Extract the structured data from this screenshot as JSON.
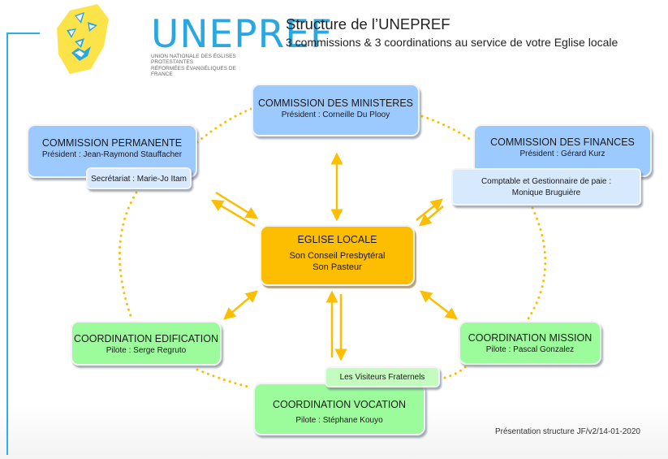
{
  "logo": {
    "name": "UNEPREF",
    "subtitle_line1": "UNION NATIONALE DES ÉGLISES PROTESTANTES",
    "subtitle_line2": "RÉFORMÉES ÉVANGÉLIQUES DE FRANCE"
  },
  "header": {
    "title": "Structure de l’UNEPREF",
    "subtitle": "3 commissions & 3 coordinations au service de votre Eglise locale"
  },
  "center": {
    "title": "EGLISE LOCALE",
    "line1": "Son Conseil Presbytéral",
    "line2": "Son Pasteur"
  },
  "commissions": {
    "ministeres": {
      "title": "COMMISSION DES MINISTERES",
      "person": "Président : Corneille Du Plooy"
    },
    "permanente": {
      "title": "COMMISSION PERMANENTE",
      "person": "Président : Jean-Raymond Stauffacher",
      "sub": "Secrétariat : Marie-Jo Itam"
    },
    "finances": {
      "title": "COMMISSION DES FINANCES",
      "person": "Président : Gérard Kurz",
      "sub_line1": "Comptable et Gestionnaire de paie :",
      "sub_line2": "Monique Bruguière"
    }
  },
  "coordinations": {
    "edification": {
      "title": "COORDINATION EDIFICATION",
      "person": "Pilote : Serge Regruto"
    },
    "mission": {
      "title": "COORDINATION MISSION",
      "person": "Pilote : Pascal Gonzalez"
    },
    "vocation": {
      "title": "COORDINATION VOCATION",
      "person": "Pilote : Stéphane Kouyo",
      "sub": "Les Visiteurs Fraternels"
    }
  },
  "colors": {
    "commission": "#9ccaff",
    "commission_sub": "#d7e9fd",
    "coordination": "#9cfc9c",
    "coordination_sub": "#c4fcc0",
    "center": "#fdbd00",
    "connector": "#fdbd00",
    "accent": "#2aa7df"
  },
  "footer": "Présentation structure JF/v2/14-01-2020"
}
